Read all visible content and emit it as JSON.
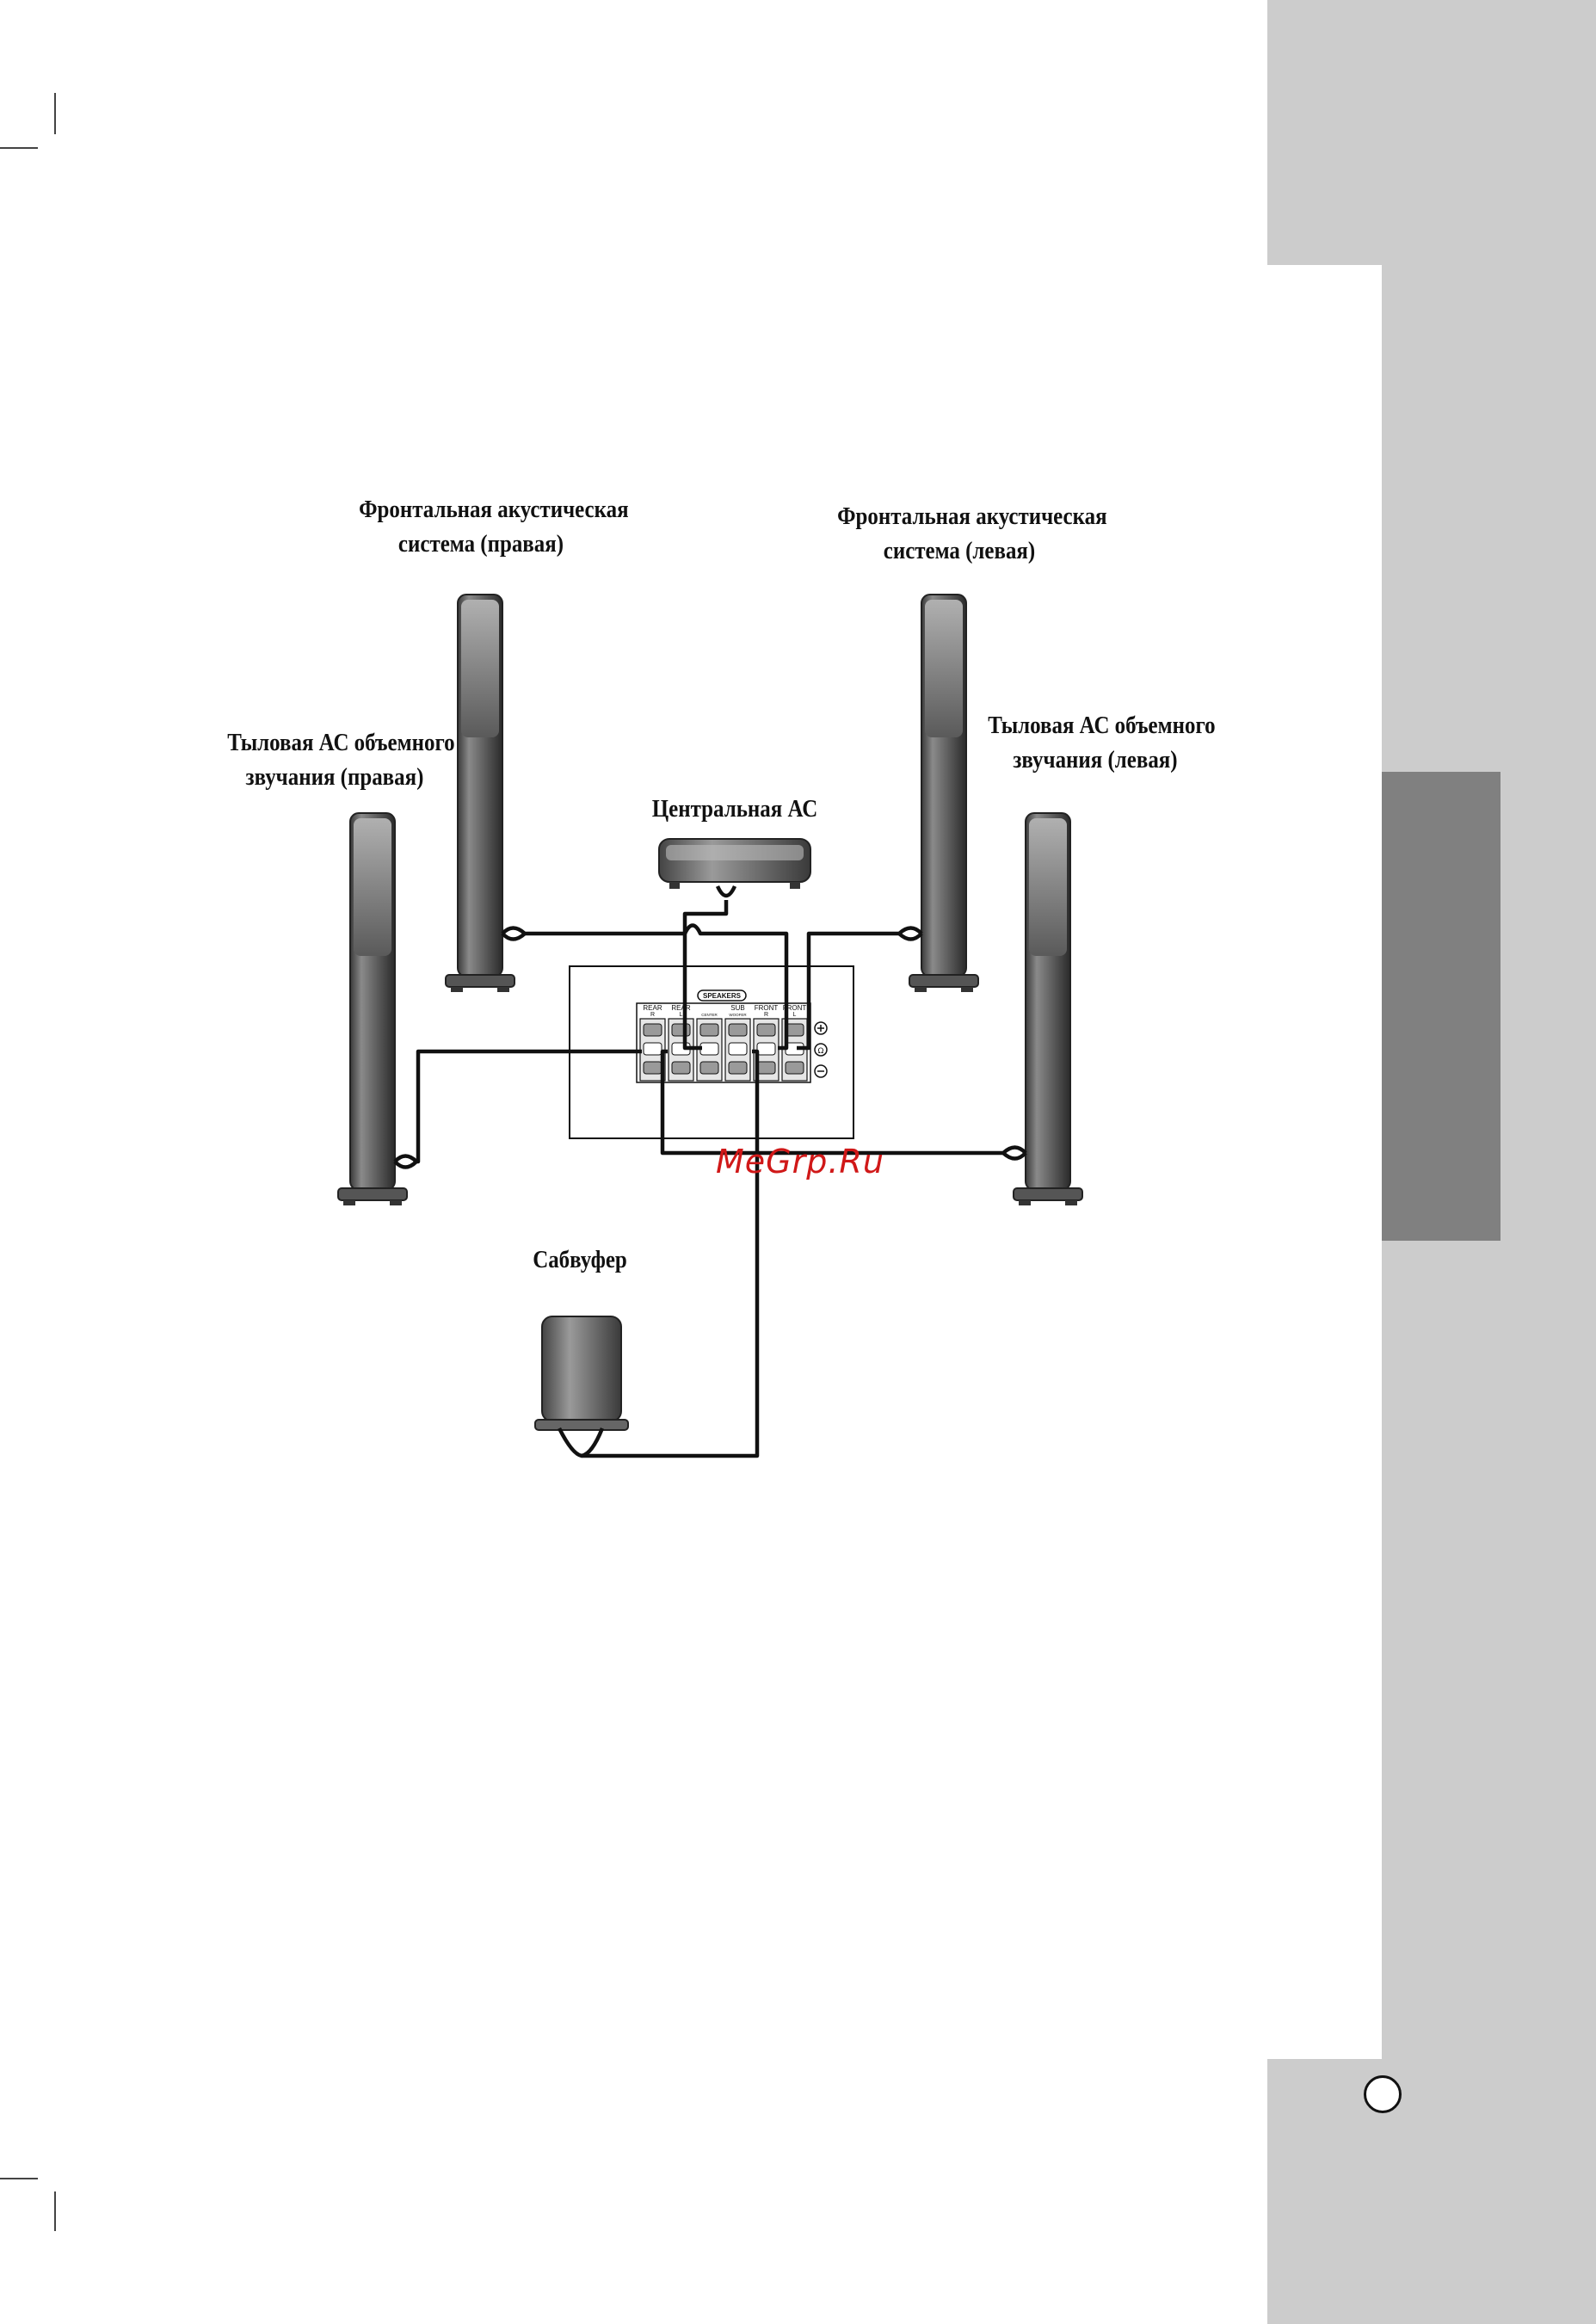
{
  "labels": {
    "front_right": [
      "Фронтальная акустическая",
      "система (правая)"
    ],
    "front_left": [
      "Фронтальная акустическая",
      "система (левая)"
    ],
    "rear_right": [
      "Тыловая АС объемного",
      "звучания (правая)"
    ],
    "rear_left": [
      "Тыловая АС объемного",
      "звучания (левая)"
    ],
    "center": "Центральная АС",
    "subwoofer": "Сабвуфер"
  },
  "panel": {
    "header": "SPEAKERS",
    "terminals": [
      {
        "top": "REAR",
        "bottom": "R"
      },
      {
        "top": "REAR",
        "bottom": "L"
      },
      {
        "top": "",
        "bottom": "CENTER"
      },
      {
        "top": "SUB",
        "bottom": "WOOFER"
      },
      {
        "top": "FRONT",
        "bottom": "R"
      },
      {
        "top": "FRONT",
        "bottom": "L"
      }
    ]
  },
  "watermark": "MeGrp.Ru",
  "colors": {
    "side_gray": "#cccccc",
    "tab_gray": "#808080",
    "watermark": "#d01818"
  }
}
